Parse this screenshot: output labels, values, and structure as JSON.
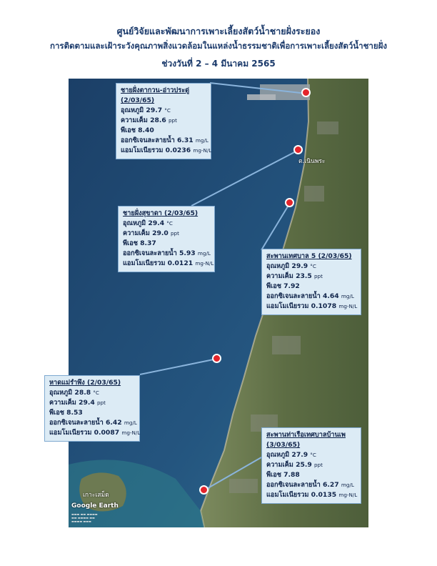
{
  "header": {
    "line1": "ศูนย์วิจัยและพัฒนาการเพาะเลี้ยงสัตว์น้ำชายฝั่งระยอง",
    "line2": "การติดตามและเฝ้าระวังคุณภาพสิ่งแวดล้อมในแหล่งน้ำธรรมชาติเพื่อการเพาะเลี้ยงสัตว์น้ำชายฝั่ง",
    "line3": "ช่วงวันที่ 2 – 4  มีนาคม 2565"
  },
  "labels": {
    "temp": "อุณหภูมิ",
    "salinity": "ความเค็ม",
    "ph": "พีเอช",
    "do": "ออกซิเจนละลายน้ำ",
    "nh3": "แอมโมเนียรวม"
  },
  "units": {
    "temp": "°C",
    "salinity": "ppt",
    "do": "mg/L",
    "nh3": "mg-N/L"
  },
  "stations": [
    {
      "name": "ชายฝั่งตากวน-อ่าวประดู่",
      "date": "(2/03/65)",
      "temp": "29.7",
      "salinity": "28.6",
      "ph": "8.40",
      "do": "6.31",
      "nh3": "0.0236"
    },
    {
      "name": "ชายฝั่งสุขาดา",
      "date": "(2/03/65)",
      "temp": "29.4",
      "salinity": "29.0",
      "ph": "8.37",
      "do": "5.93",
      "nh3": "0.0121"
    },
    {
      "name": "สะพานเทศบาล 5",
      "date": "(2/03/65)",
      "temp": "29.9",
      "salinity": "23.5",
      "ph": "7.92",
      "do": "4.64",
      "nh3": "0.1078"
    },
    {
      "name": "หาดแม่รำพึง",
      "date": "(2/03/65)",
      "temp": "28.8",
      "salinity": "29.4",
      "ph": "8.53",
      "do": "6.42",
      "nh3": "0.0087"
    },
    {
      "name": "สะพานท่าเรือเทศบาลบ้านเพ",
      "date": "(3/03/65)",
      "temp": "27.9",
      "salinity": "25.9",
      "ph": "7.88",
      "do": "6.27",
      "nh3": "0.0135"
    }
  ],
  "map": {
    "brand": "Google Earth",
    "place_label_1": "ต.เนินพระ",
    "place_label_2": "เกาะเสม็ด",
    "colors": {
      "sea": "#1f4f7a",
      "land": "#5f7047",
      "marker": "#e3242b",
      "callout_border": "#7fa9d0",
      "callout_fill": "#dcebf5"
    }
  }
}
